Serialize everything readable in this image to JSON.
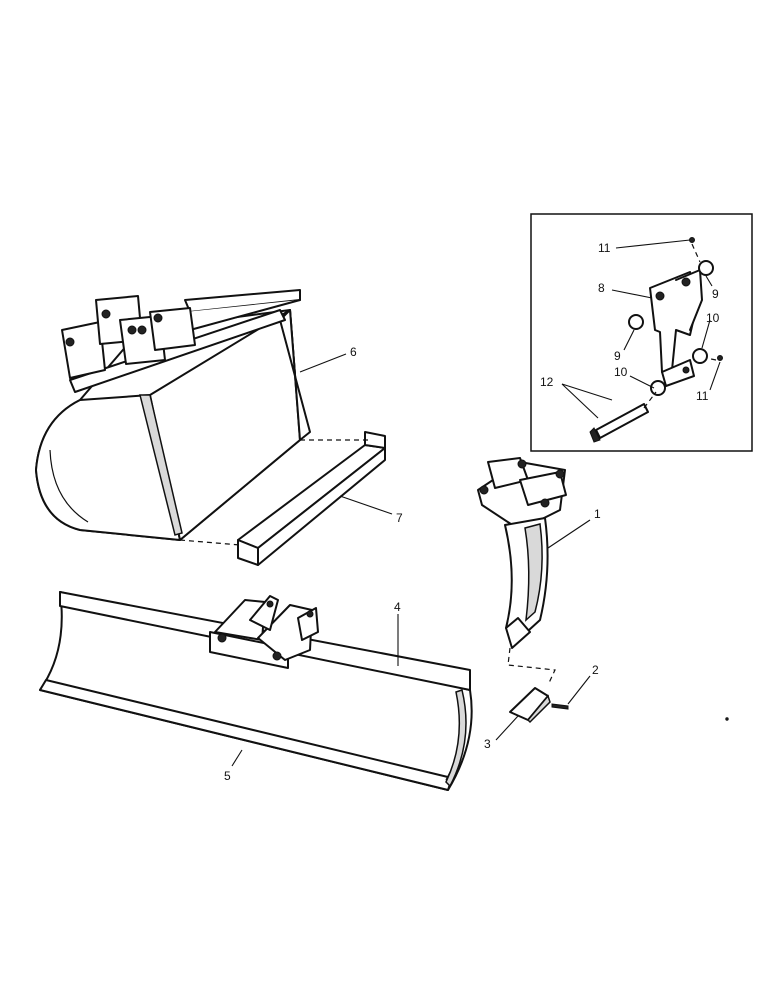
{
  "diagram": {
    "callouts": {
      "c1": "1",
      "c2": "2",
      "c3": "3",
      "c4": "4",
      "c5": "5",
      "c6": "6",
      "c7": "7",
      "c8": "8",
      "c9a": "9",
      "c9b": "9",
      "c10a": "10",
      "c10b": "10",
      "c11a": "11",
      "c11b": "11",
      "c12": "12"
    }
  }
}
